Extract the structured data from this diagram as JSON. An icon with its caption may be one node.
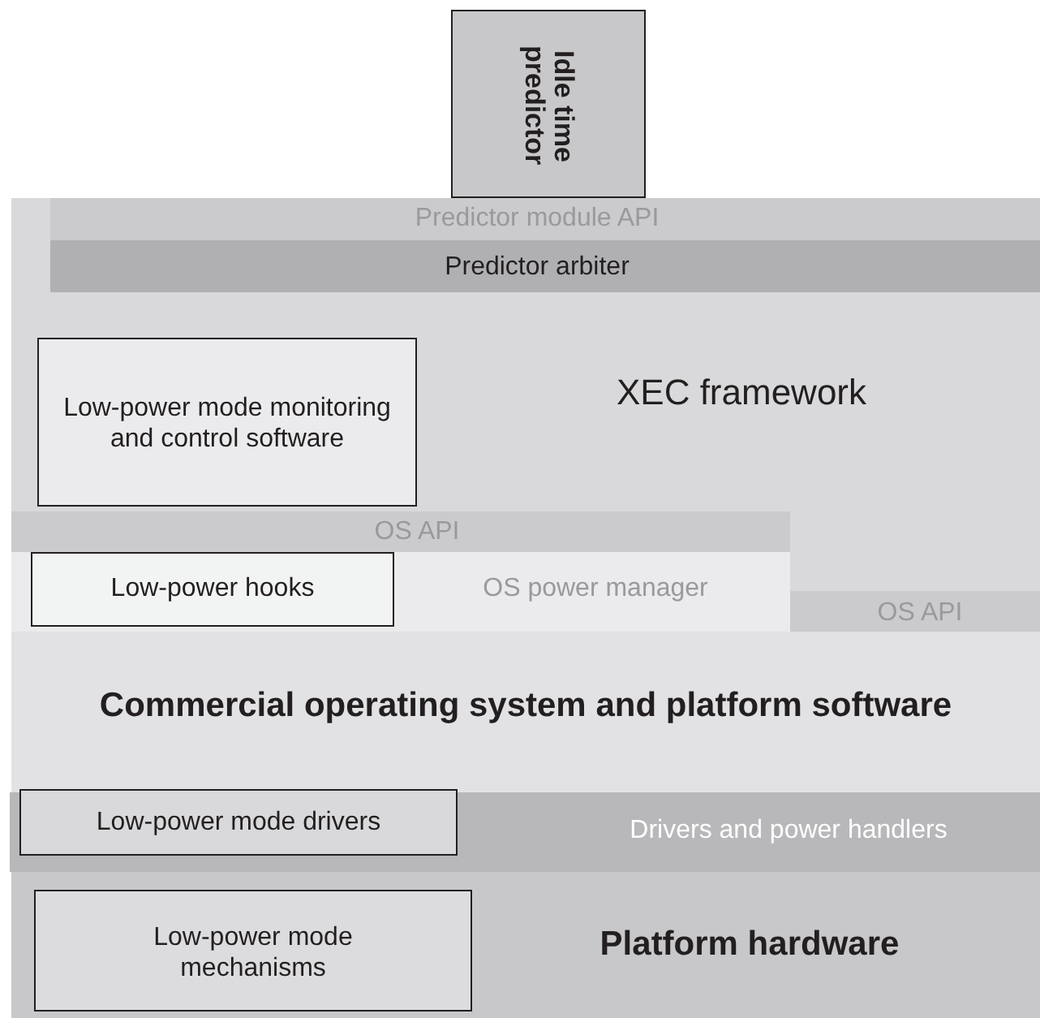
{
  "diagram": {
    "nodes": [
      {
        "text": [
          "Idle time predictor"
        ]
      },
      {
        "text": [
          "XEC framework"
        ]
      },
      {
        "text": [
          "Predictor module API"
        ],
        "in": 1
      },
      {
        "text": [
          "Predictor arbiter"
        ],
        "in": 1
      },
      {
        "text": [
          "Low-power mode monitoring and control software"
        ],
        "in": 1
      },
      {
        "text": [
          "OS API"
        ],
        "in": 1
      },
      {
        "text": [
          "OS power manager"
        ]
      },
      {
        "text": [
          "Low-power hooks"
        ],
        "in": 6
      },
      {
        "text": [
          "OS API"
        ]
      },
      {
        "text": [
          "Commercial operating system and platform software"
        ]
      },
      {
        "text": [
          "Drivers and power handlers"
        ]
      },
      {
        "text": [
          "Low-power mode drivers"
        ],
        "in": 10
      },
      {
        "text": [
          "Platform hardware"
        ]
      },
      {
        "text": [
          "Low-power mode mechanisms"
        ],
        "in": 12
      }
    ]
  }
}
